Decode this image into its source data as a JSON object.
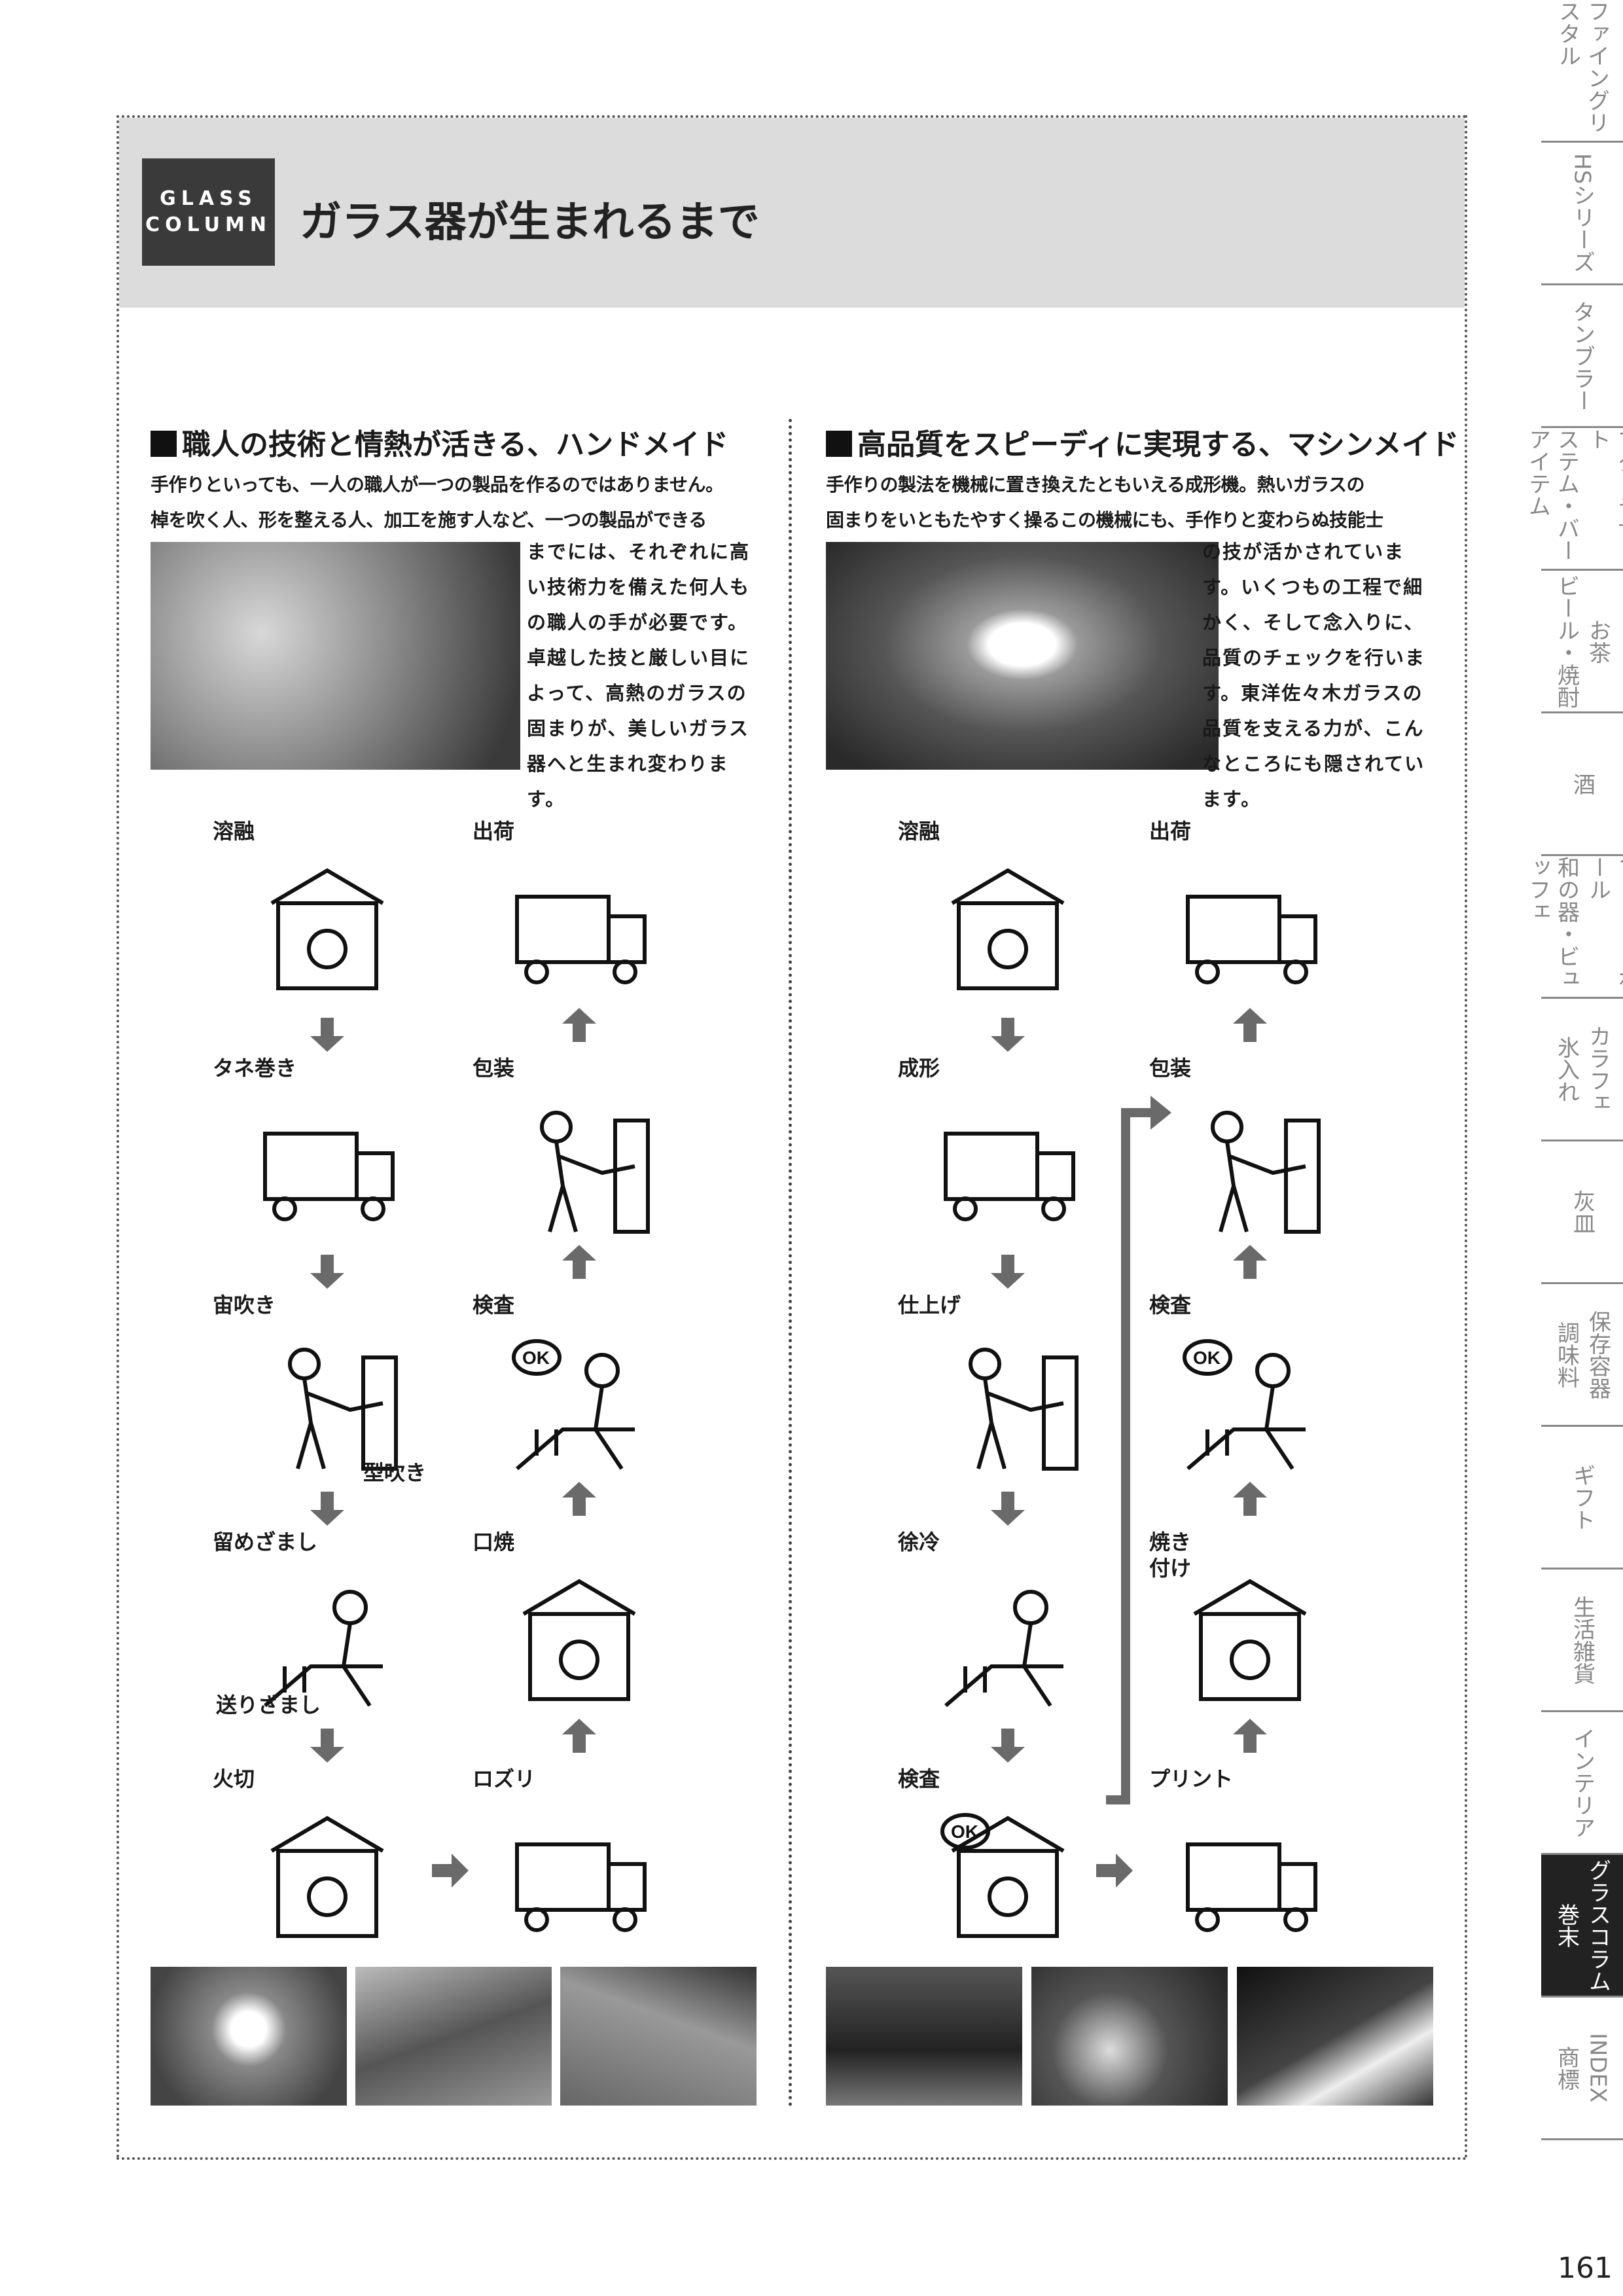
{
  "header": {
    "badge": [
      "GLASS",
      "COLUMN"
    ],
    "title": "ガラス器が生まれるまで"
  },
  "handmade": {
    "heading": "職人の技術と情熱が活きる、ハンドメイド",
    "intro": [
      "手作りといっても、一人の職人が一つの製品を作るのではありません。",
      "棹を吹く人、形を整える人、加工を施す人など、一つの製品ができる"
    ],
    "body": "までには、それぞれに高い技術力を備えた何人もの職人の手が必要です。卓越した技と厳しい目によって、高熱のガラスの固まりが、美しいガラス器へと生まれ変わります。",
    "steps_down": [
      "溶融",
      "タネ巻き",
      "宙吹き",
      "留めざまし",
      "火切"
    ],
    "steps_up": [
      "出荷",
      "包装",
      "検査",
      "口焼",
      "ロズリ"
    ],
    "extra_labels": [
      "型吹き",
      "送りざまし"
    ]
  },
  "machine": {
    "heading": "高品質をスピーディに実現する、マシンメイド",
    "intro": [
      "手作りの製法を機械に置き換えたともいえる成形機。熱いガラスの",
      "固まりをいともたやすく操るこの機械にも、手作りと変わらぬ技能士"
    ],
    "body": "の技が活かされています。いくつもの工程で細かく、そして念入りに、品質のチェックを行います。東洋佐々木ガラスの品質を支える力が、こんなところにも隠されています。",
    "steps_down": [
      "溶融",
      "成形",
      "仕上げ",
      "徐冷",
      "検査"
    ],
    "steps_up": [
      "出荷",
      "包装",
      "検査",
      "焼き\n付け",
      "プリント"
    ]
  },
  "icon_text": {
    "ok": "OK"
  },
  "sidebar": {
    "tabs": [
      [
        "ファイングリスタル"
      ],
      [
        "HSシリーズ"
      ],
      [
        "タンブラー"
      ],
      [
        "ステム・バーアイテム",
        "マグ・デザート"
      ],
      [
        "ビール・焼酎",
        "お茶"
      ],
      [
        "酒"
      ],
      [
        "和の器・ビュッフェ",
        "プレート・ボール"
      ],
      [
        "氷入れ",
        "カラフェ"
      ],
      [
        "灰皿"
      ],
      [
        "調味料",
        "保存容器"
      ],
      [
        "ギフト"
      ],
      [
        "生活雑貨"
      ],
      [
        "インテリア"
      ],
      [
        "巻末",
        "グラスコラム"
      ],
      [
        "商標",
        "INDEX"
      ]
    ],
    "active_index": 13
  },
  "page_number": "161"
}
